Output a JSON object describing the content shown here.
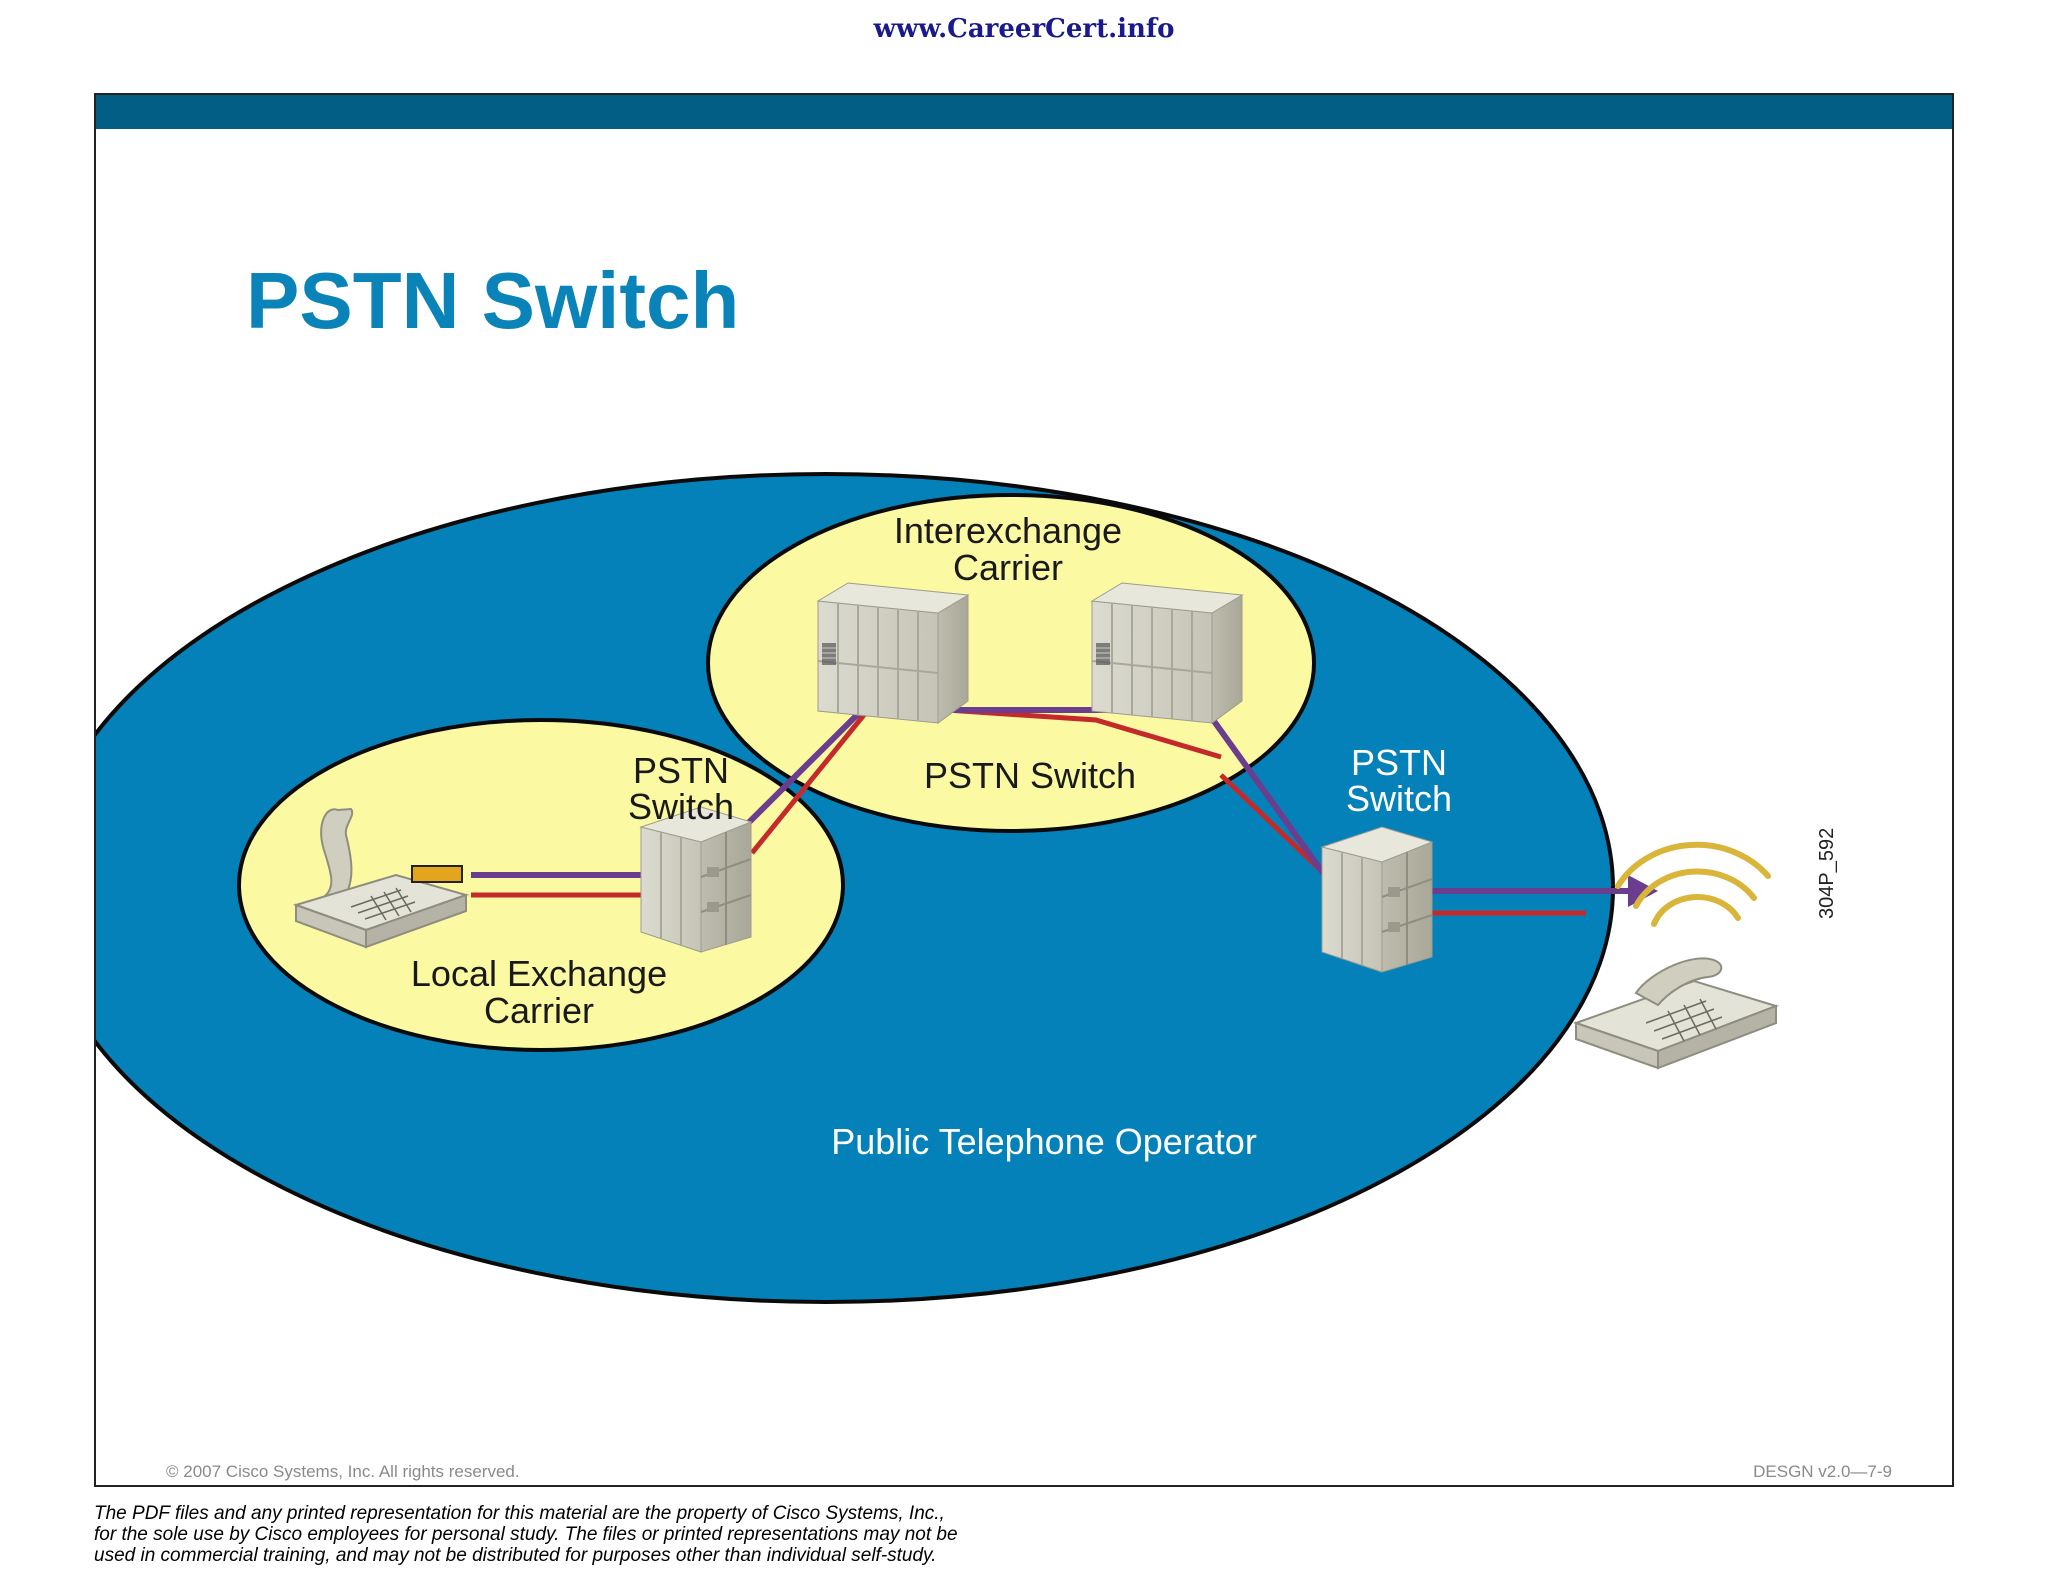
{
  "header": {
    "site_url": "www.CareerCert.info"
  },
  "slide": {
    "title": "PSTN Switch",
    "footer_copyright": "© 2007 Cisco Systems, Inc. All rights reserved.",
    "footer_course": "DESGN v2.0—7-9",
    "figure_id": "304P_592"
  },
  "diagram": {
    "outer_region_label": "Public Telephone Operator",
    "local_exchange": {
      "label_line1": "Local Exchange",
      "label_line2": "Carrier",
      "switch_label_line1": "PSTN",
      "switch_label_line2": "Switch"
    },
    "interexchange": {
      "label_line1": "Interexchange",
      "label_line2": "Carrier",
      "switch_label": "PSTN Switch"
    },
    "remote_switch": {
      "label_line1": "PSTN",
      "label_line2": "Switch"
    },
    "colors": {
      "outer_fill": "#0581b9",
      "inner_fill": "#fbf9a2",
      "call_path": "#6a3d8f",
      "trunk_line": "#c42a2a",
      "header_bar": "#035e85",
      "title": "#0a84b8"
    },
    "icons": [
      "phone-off-hook-icon",
      "pstn-switch-icon",
      "ringing-phone-icon"
    ]
  },
  "disclaimer": {
    "line1": "The PDF files and any printed representation for this material are the property of Cisco Systems, Inc.,",
    "line2": "for the sole use by Cisco employees for personal study. The files or printed representations may not be",
    "line3": "used in commercial training, and may not be distributed for purposes other than individual self-study."
  }
}
